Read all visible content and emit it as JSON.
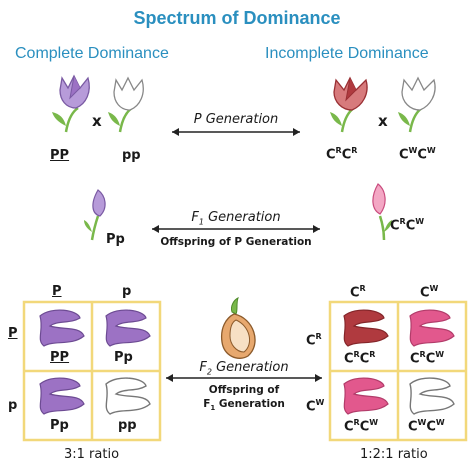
{
  "title": "Spectrum of Dominance",
  "left_heading": "Complete Dominance",
  "right_heading": "Incomplete Dominance",
  "cross_symbol": "x",
  "generations": {
    "p": {
      "label": "P Generation"
    },
    "f1": {
      "label_main": "F",
      "label_sub": "1",
      "label_rest": " Generation",
      "subtext": "Offspring of P Generation"
    },
    "f2": {
      "label_main": "F",
      "label_sub": "2",
      "label_rest": " Generation",
      "subtext_line1": "Offspring of",
      "subtext_line2_sub": "1",
      "subtext_line2_main": "F",
      "subtext_line2_rest": " Generation"
    }
  },
  "complete": {
    "parent1_genotype": "PP",
    "parent2_genotype": "pp",
    "f1_genotype": "Pp",
    "punnett_col_headers": [
      "P",
      "p"
    ],
    "punnett_row_headers": [
      "P",
      "p"
    ],
    "punnett_cells": [
      "PP",
      "Pp",
      "Pp",
      "pp"
    ],
    "ratio": "3:1 ratio"
  },
  "incomplete": {
    "allele_base": "C",
    "red_sup": "R",
    "white_sup": "W",
    "ratio": "1:2:1 ratio"
  },
  "colors": {
    "title": "#2a8fbf",
    "purple": "#9c72c4",
    "purple_dark": "#6d4b93",
    "red": "#b03a3f",
    "red_light": "#d77a7c",
    "pink": "#e2588d",
    "white_outline": "#777777",
    "stem": "#79b84a",
    "box_border": "#f2d87a",
    "seed": "#e7a86e"
  }
}
